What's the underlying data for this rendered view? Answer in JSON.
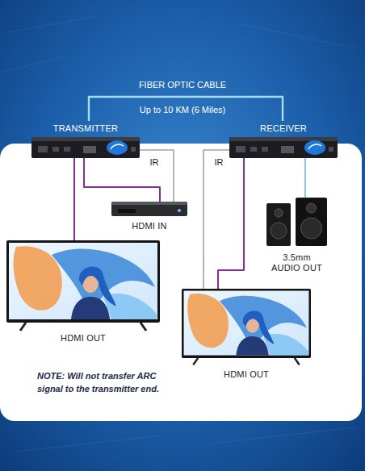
{
  "diagram": {
    "nodes": [
      {
        "text": [
          "TRANSMITTER"
        ]
      },
      {
        "text": [
          "RECEIVER"
        ]
      },
      {
        "text": [
          "HDMI IN"
        ]
      },
      {
        "text": [
          "3.5mm AUDIO OUT"
        ]
      },
      {
        "text": [
          "HDMI OUT"
        ]
      },
      {
        "text": [
          "HDMI OUT"
        ]
      }
    ],
    "edges": [
      {
        "from": 0,
        "to": 1,
        "label": "FIBER OPTIC CABLE",
        "arrow": "none"
      },
      {
        "from": 0,
        "to": 2,
        "label": "IR",
        "arrow": "none"
      },
      {
        "from": 0,
        "to": 2,
        "arrow": "none"
      },
      {
        "from": 0,
        "to": 4,
        "arrow": "none"
      },
      {
        "from": 1,
        "to": 5,
        "label": "IR",
        "arrow": "none"
      },
      {
        "from": 1,
        "to": 3,
        "arrow": "none"
      },
      {
        "from": 1,
        "to": 5,
        "arrow": "none"
      }
    ],
    "labels": [
      "Up to 10 KM (6 Miles)",
      "NOTE: Will not transfer ARC signal to the transmitter end."
    ]
  }
}
